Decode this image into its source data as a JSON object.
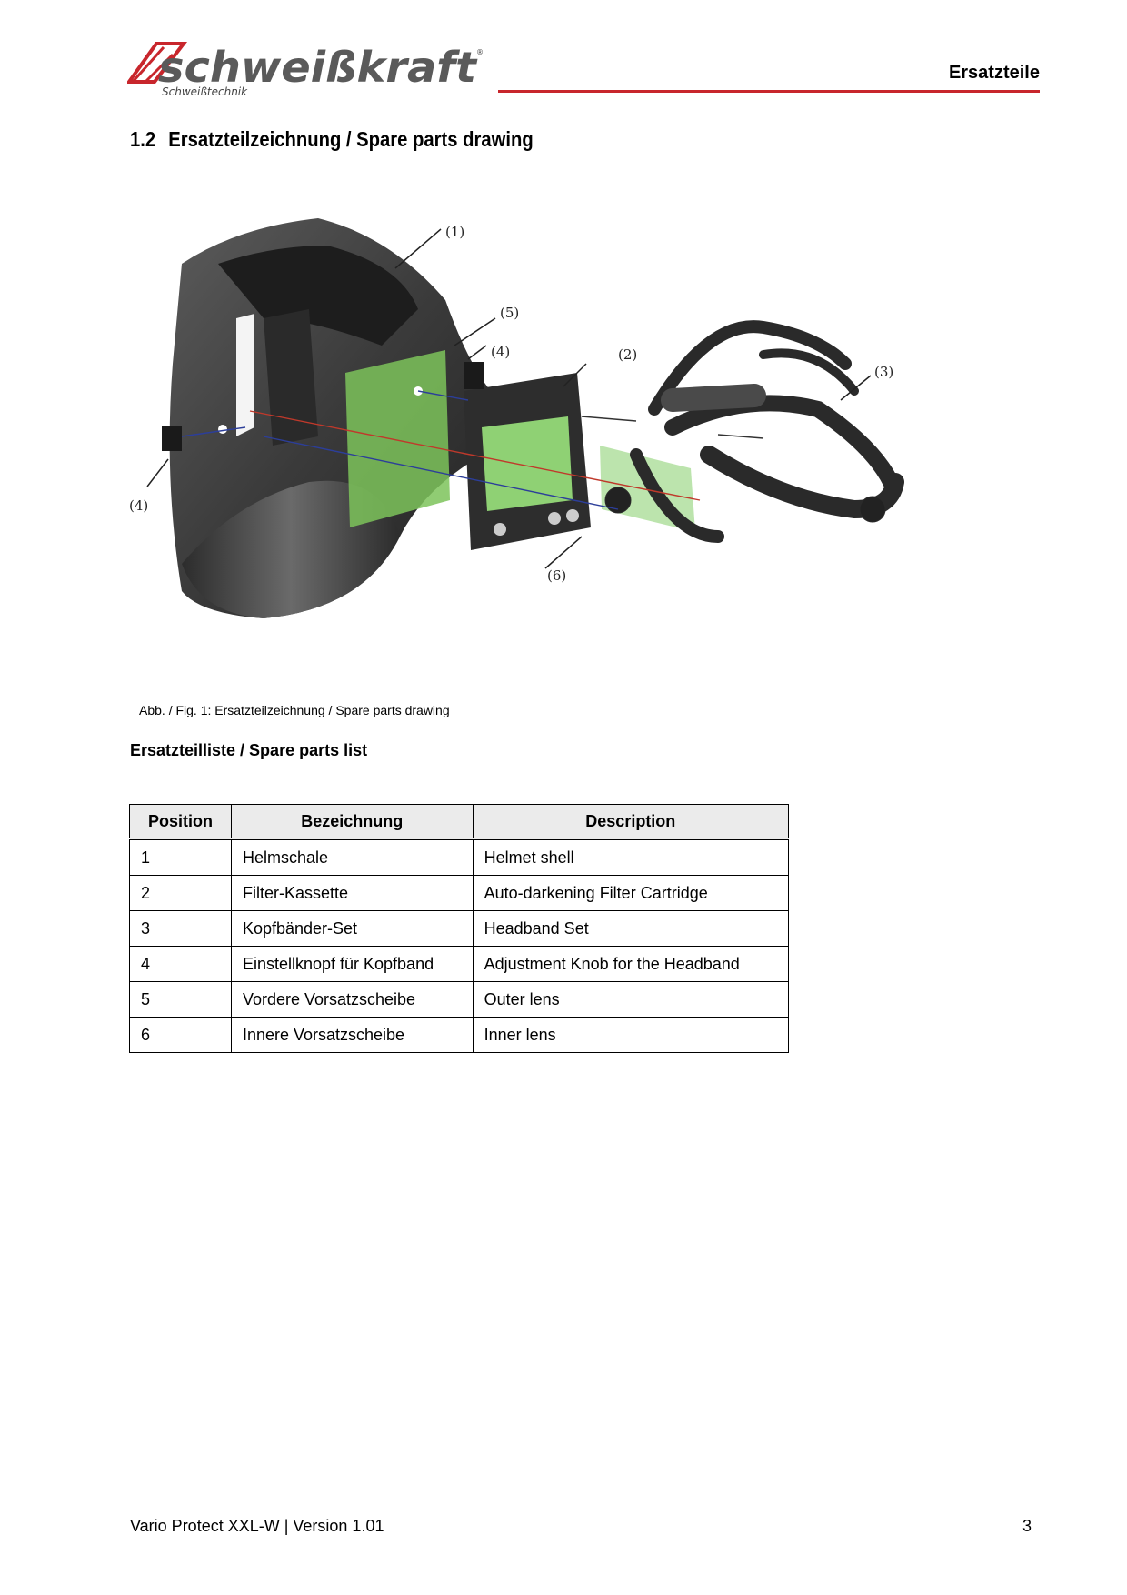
{
  "header": {
    "brand": "schweißkraft",
    "brand_sub": "Schweißtechnik",
    "section": "Ersatzteile",
    "accent_color": "#c8262c"
  },
  "heading": {
    "number": "1.2",
    "title": "Ersatzteilzeichnung / Spare parts drawing"
  },
  "figure": {
    "callouts": [
      "(1)",
      "(2)",
      "(3)",
      "(4)",
      "(4)",
      "(5)",
      "(6)"
    ],
    "caption": "Abb. / Fig. 1: Ersatzteilzeichnung / Spare parts drawing"
  },
  "parts_list": {
    "title": "Ersatzteilliste / Spare parts list",
    "columns": [
      "Position",
      "Bezeichnung",
      "Description"
    ],
    "rows": [
      [
        "1",
        "Helmschale",
        "Helmet shell"
      ],
      [
        "2",
        "Filter-Kassette",
        "Auto-darkening Filter Cartridge"
      ],
      [
        "3",
        "Kopfbänder-Set",
        "Headband Set"
      ],
      [
        "4",
        "Einstellknopf für Kopfband",
        "Adjustment Knob for the Headband"
      ],
      [
        "5",
        "Vordere Vorsatzscheibe",
        "Outer lens"
      ],
      [
        "6",
        "Innere Vorsatzscheibe",
        "Inner lens"
      ]
    ]
  },
  "footer": {
    "doc": "Vario Protect XXL-W | Version 1.01",
    "page": "3"
  }
}
